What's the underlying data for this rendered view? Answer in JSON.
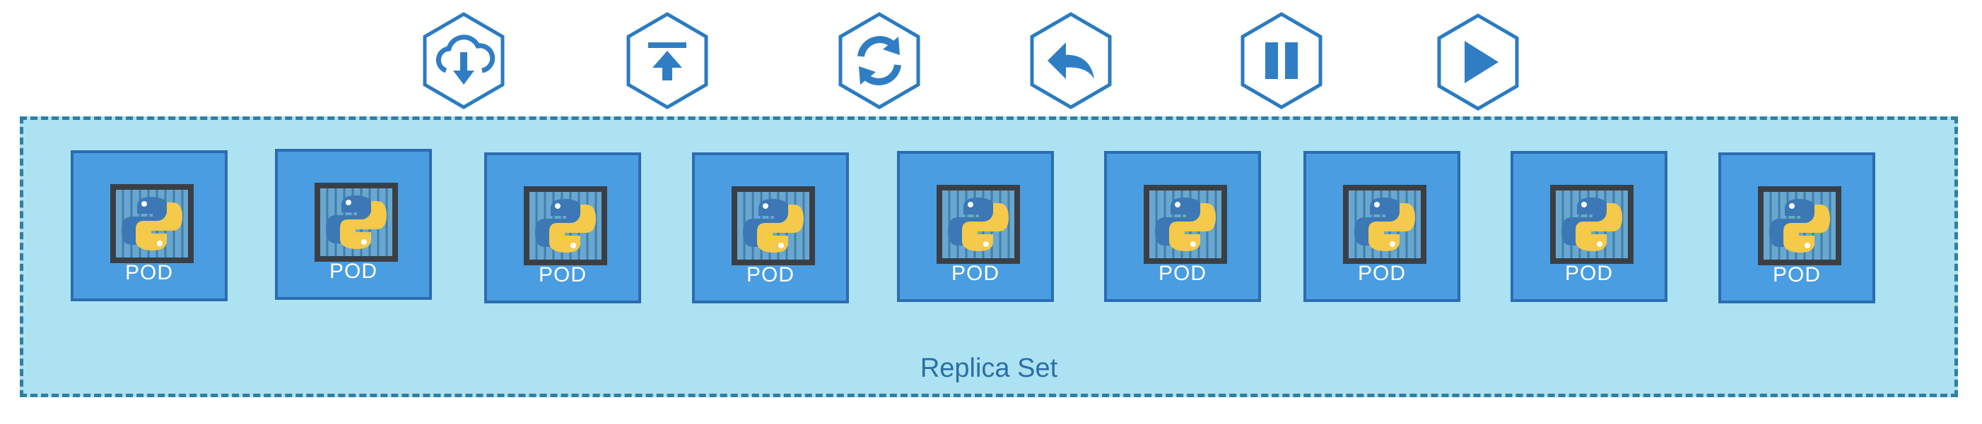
{
  "toolbar": {
    "icons": [
      "cloud-download-icon",
      "upload-icon",
      "refresh-icon",
      "undo-icon",
      "pause-icon",
      "play-icon"
    ],
    "colors": {
      "hex_stroke": "#2b7bc0",
      "glyph": "#2f7ec4"
    }
  },
  "replica_set": {
    "label": "Replica Set",
    "colors": {
      "fill": "#ade2f2",
      "border": "#2f7fa3",
      "label": "#2a6fa6"
    }
  },
  "pods": [
    {
      "label": "POD"
    },
    {
      "label": "POD"
    },
    {
      "label": "POD"
    },
    {
      "label": "POD"
    },
    {
      "label": "POD"
    },
    {
      "label": "POD"
    },
    {
      "label": "POD"
    },
    {
      "label": "POD"
    },
    {
      "label": "POD"
    }
  ],
  "pod_style": {
    "fill": "#4a9de0",
    "border": "#2b6cb0",
    "label_color": "#ffffff"
  },
  "python_logo": {
    "blue": "#3b78b5",
    "yellow": "#f5c94a"
  }
}
